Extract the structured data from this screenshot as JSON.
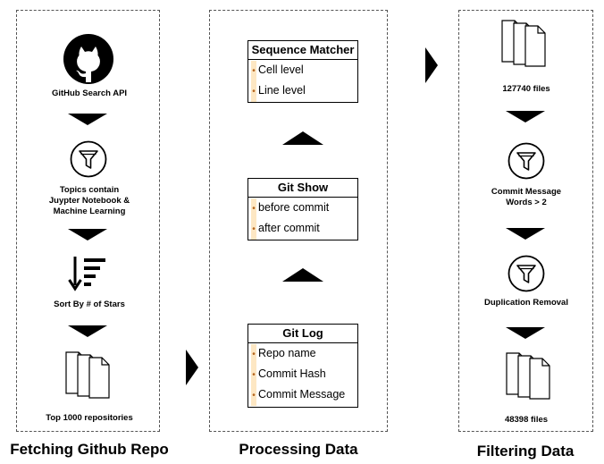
{
  "panels": {
    "fetch": {
      "caption": "Fetching Github Repo",
      "steps": {
        "api": "GitHub Search API",
        "topics": "Topics contain\nJuypter Notebook &\nMachine Learning",
        "sort": "Sort By # of Stars",
        "top": "Top 1000 repositories"
      }
    },
    "process": {
      "caption": "Processing Data",
      "boxes": {
        "matcher": {
          "title": "Sequence Matcher",
          "items": [
            "Cell level",
            "Line level"
          ]
        },
        "show": {
          "title": "Git Show",
          "items": [
            "before commit",
            "after commit"
          ]
        },
        "log": {
          "title": "Git Log",
          "items": [
            "Repo name",
            "Commit Hash",
            "Commit Message"
          ]
        }
      }
    },
    "filter": {
      "caption": "Filtering Data",
      "steps": {
        "files_before": "127740 files",
        "commit": "Commit Message\nWords > 2",
        "dup": "Duplication Removal",
        "files_after": "48398 files"
      }
    }
  },
  "bullet": "•",
  "icons": {
    "github": "github-logo-icon",
    "funnel": "funnel-filter-icon",
    "sort": "sort-descending-icon",
    "files": "documents-stack-icon"
  },
  "colors": {
    "bullet_bg": "#fde7c3",
    "arrow": "#000000"
  }
}
